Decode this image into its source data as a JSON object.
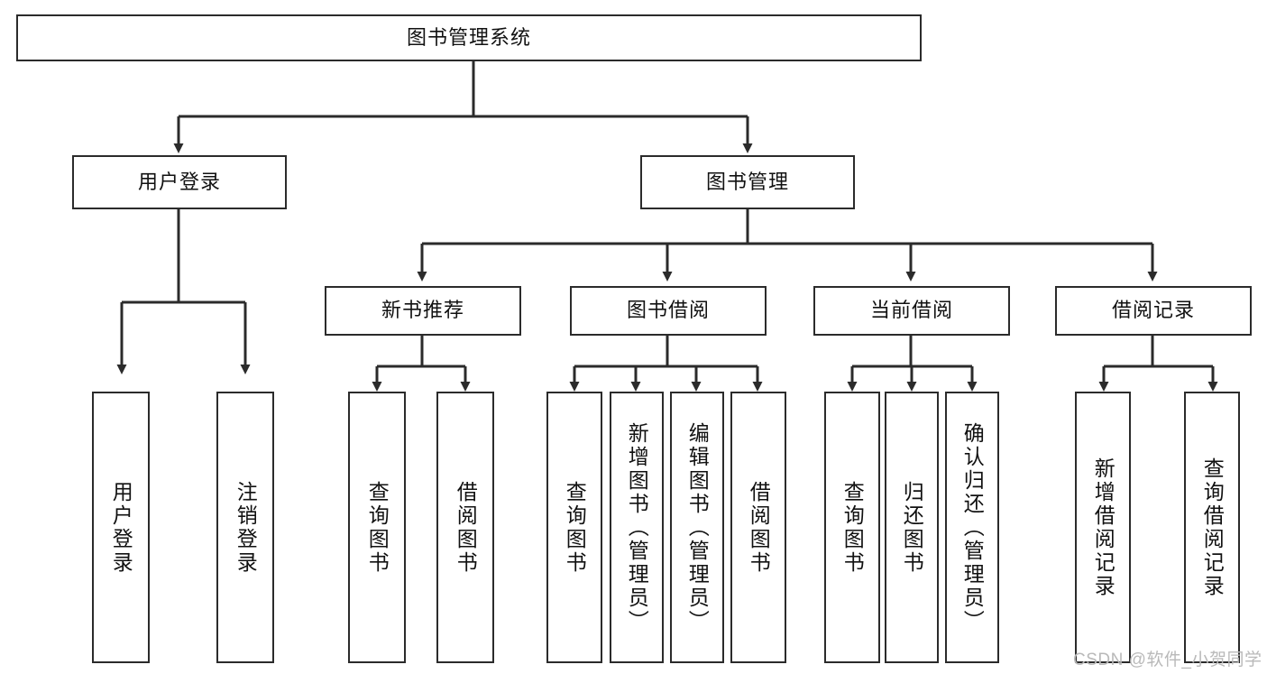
{
  "diagram": {
    "title": "图书管理系统",
    "type": "tree-hierarchy",
    "watermark": "CSDN @软件_小贺同学",
    "colors": {
      "box_border": "#2b2b2b",
      "box_fill": "#ffffff",
      "edge": "#2b2b2b",
      "text": "#111111",
      "watermark": "#b9b9b9",
      "background": "#ffffff"
    },
    "nodes": {
      "root": {
        "label": "图书管理系统",
        "orientation": "horizontal"
      },
      "level2": [
        {
          "id": "user-login",
          "label": "用户登录",
          "orientation": "horizontal"
        },
        {
          "id": "book-manage",
          "label": "图书管理",
          "orientation": "horizontal"
        }
      ],
      "level3": [
        {
          "id": "new-book-recommend",
          "label": "新书推荐",
          "orientation": "horizontal"
        },
        {
          "id": "book-borrow",
          "label": "图书借阅",
          "orientation": "horizontal"
        },
        {
          "id": "current-borrow",
          "label": "当前借阅",
          "orientation": "horizontal"
        },
        {
          "id": "borrow-record",
          "label": "借阅记录",
          "orientation": "horizontal"
        }
      ],
      "leaves": [
        {
          "id": "leaf-user-login",
          "label": "用户登录",
          "parent": "user-login",
          "orientation": "vertical"
        },
        {
          "id": "leaf-logout-login",
          "label": "注销登录",
          "parent": "user-login",
          "orientation": "vertical"
        },
        {
          "id": "leaf-query-book-1",
          "label": "查询图书",
          "parent": "new-book-recommend",
          "orientation": "vertical"
        },
        {
          "id": "leaf-borrow-book-1",
          "label": "借阅图书",
          "parent": "new-book-recommend",
          "orientation": "vertical"
        },
        {
          "id": "leaf-query-book-2",
          "label": "查询图书",
          "parent": "book-borrow",
          "orientation": "vertical"
        },
        {
          "id": "leaf-add-book",
          "label": "新增图书（管理员）",
          "parent": "book-borrow",
          "orientation": "vertical"
        },
        {
          "id": "leaf-edit-book",
          "label": "编辑图书（管理员）",
          "parent": "book-borrow",
          "orientation": "vertical"
        },
        {
          "id": "leaf-borrow-book-2",
          "label": "借阅图书",
          "parent": "book-borrow",
          "orientation": "vertical"
        },
        {
          "id": "leaf-query-book-3",
          "label": "查询图书",
          "parent": "current-borrow",
          "orientation": "vertical"
        },
        {
          "id": "leaf-return-book",
          "label": "归还图书",
          "parent": "current-borrow",
          "orientation": "vertical"
        },
        {
          "id": "leaf-confirm-return",
          "label": "确认归还（管理员）",
          "parent": "current-borrow",
          "orientation": "vertical"
        },
        {
          "id": "leaf-add-borrow-record",
          "label": "新增借阅记录",
          "parent": "borrow-record",
          "orientation": "vertical"
        },
        {
          "id": "leaf-query-borrow-record",
          "label": "查询借阅记录",
          "parent": "borrow-record",
          "orientation": "vertical"
        }
      ]
    }
  }
}
